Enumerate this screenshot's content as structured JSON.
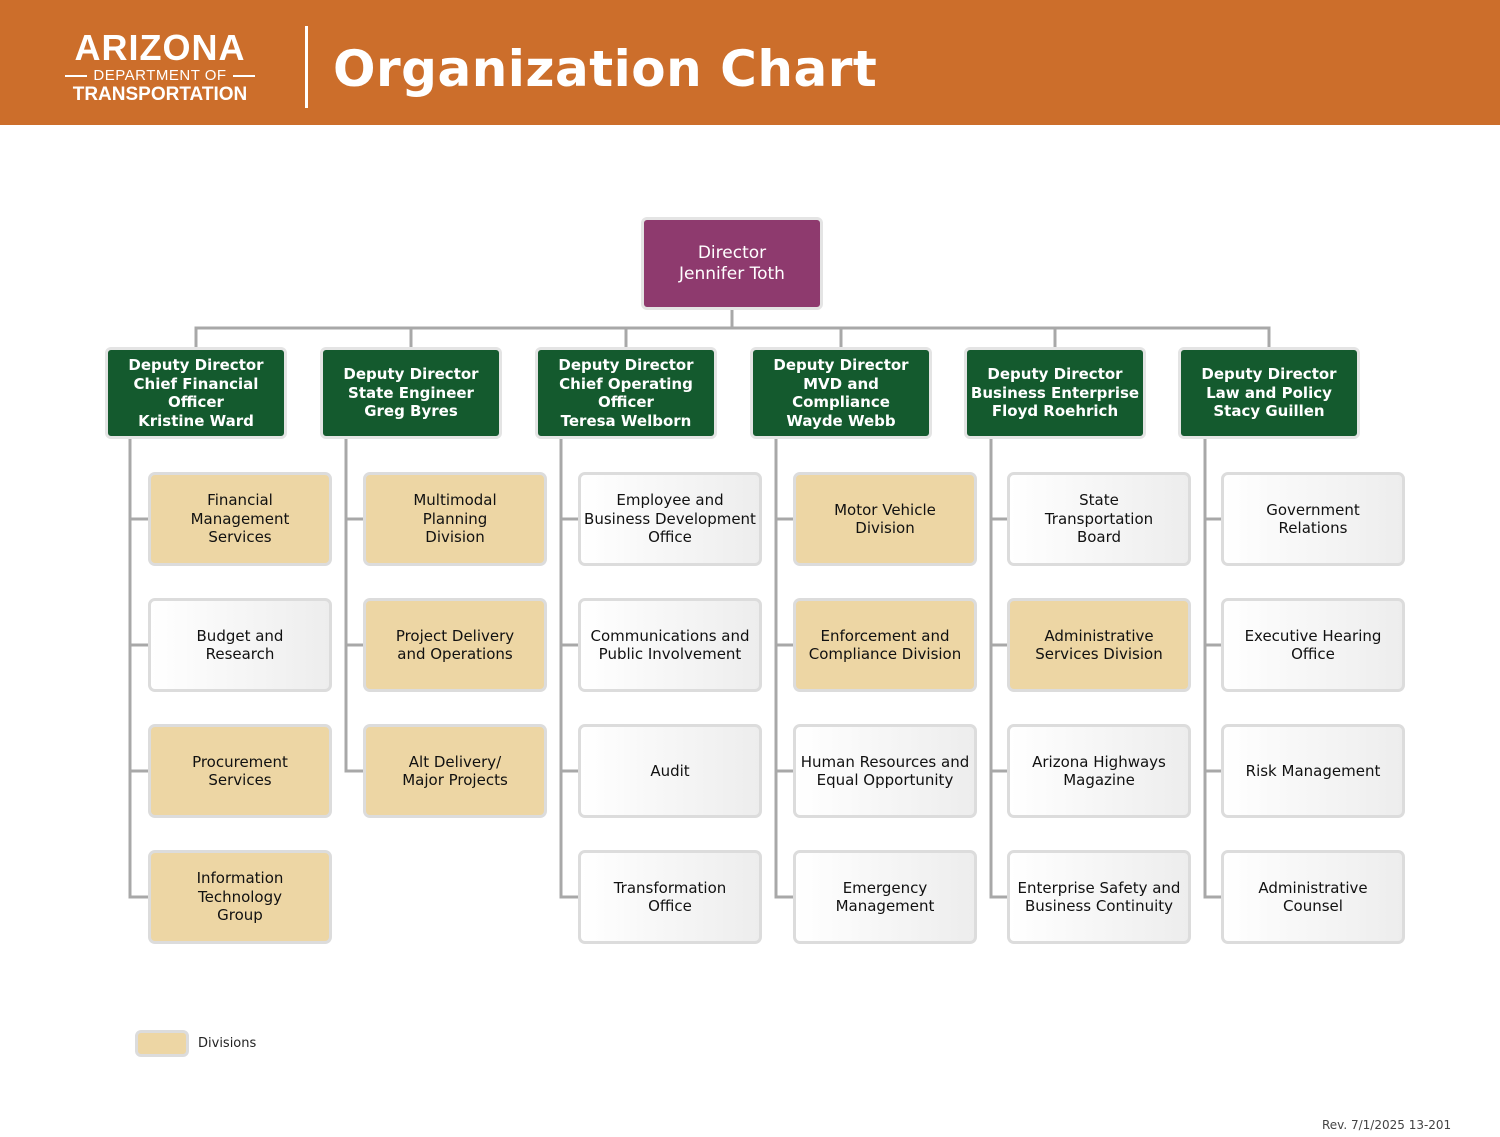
{
  "header": {
    "logo": {
      "line1": "ARIZONA",
      "line2": "DEPARTMENT OF",
      "line3": "TRANSPORTATION"
    },
    "title": "Organization Chart"
  },
  "colors": {
    "header_bg": "#cc6e2b",
    "director": "#8e3a6e",
    "deputy": "#145a2e",
    "division": "#edd6a4",
    "office": "#ededed",
    "connector": "#a8a8a8"
  },
  "director": {
    "title": "Director",
    "name": "Jennifer Toth"
  },
  "deputies": [
    {
      "title": "Deputy Director",
      "role": "Chief Financial Officer",
      "name": "Kristine Ward",
      "units": [
        {
          "label": [
            "Financial",
            "Management",
            "Services"
          ],
          "division": true
        },
        {
          "label": [
            "Budget and",
            "Research"
          ],
          "division": false
        },
        {
          "label": [
            "Procurement",
            "Services"
          ],
          "division": true
        },
        {
          "label": [
            "Information",
            "Technology",
            "Group"
          ],
          "division": true
        }
      ]
    },
    {
      "title": "Deputy Director",
      "role": "State Engineer",
      "name": "Greg Byres",
      "units": [
        {
          "label": [
            "Multimodal",
            "Planning",
            "Division"
          ],
          "division": true
        },
        {
          "label": [
            "Project Delivery",
            "and Operations"
          ],
          "division": true
        },
        {
          "label": [
            "Alt Delivery/",
            "Major Projects"
          ],
          "division": true
        }
      ]
    },
    {
      "title": "Deputy Director",
      "role": "Chief Operating Officer",
      "name": "Teresa Welborn",
      "units": [
        {
          "label": [
            "Employee and",
            "Business Development",
            "Office"
          ],
          "division": false
        },
        {
          "label": [
            "Communications and",
            "Public Involvement"
          ],
          "division": false
        },
        {
          "label": [
            "Audit"
          ],
          "division": false
        },
        {
          "label": [
            "Transformation",
            "Office"
          ],
          "division": false
        }
      ]
    },
    {
      "title": "Deputy Director",
      "role": "MVD and Compliance",
      "name": "Wayde Webb",
      "units": [
        {
          "label": [
            "Motor Vehicle",
            "Division"
          ],
          "division": true
        },
        {
          "label": [
            "Enforcement and",
            "Compliance Division"
          ],
          "division": true
        },
        {
          "label": [
            "Human Resources and",
            "Equal Opportunity"
          ],
          "division": false
        },
        {
          "label": [
            "Emergency",
            "Management"
          ],
          "division": false
        }
      ]
    },
    {
      "title": "Deputy Director",
      "role": "Business Enterprise",
      "name": "Floyd Roehrich",
      "units": [
        {
          "label": [
            "State",
            "Transportation",
            "Board"
          ],
          "division": false
        },
        {
          "label": [
            "Administrative",
            "Services Division"
          ],
          "division": true
        },
        {
          "label": [
            "Arizona Highways",
            "Magazine"
          ],
          "division": false
        },
        {
          "label": [
            "Enterprise Safety and",
            "Business Continuity"
          ],
          "division": false
        }
      ]
    },
    {
      "title": "Deputy Director",
      "role": "Law and Policy",
      "name": "Stacy Guillen",
      "units": [
        {
          "label": [
            "Government",
            "Relations"
          ],
          "division": false
        },
        {
          "label": [
            "Executive Hearing",
            "Office"
          ],
          "division": false
        },
        {
          "label": [
            "Risk Management"
          ],
          "division": false
        },
        {
          "label": [
            "Administrative",
            "Counsel"
          ],
          "division": false
        }
      ]
    }
  ],
  "legend": {
    "label": "Divisions"
  },
  "footer": {
    "revision": "Rev. 7/1/2025  13-201"
  }
}
